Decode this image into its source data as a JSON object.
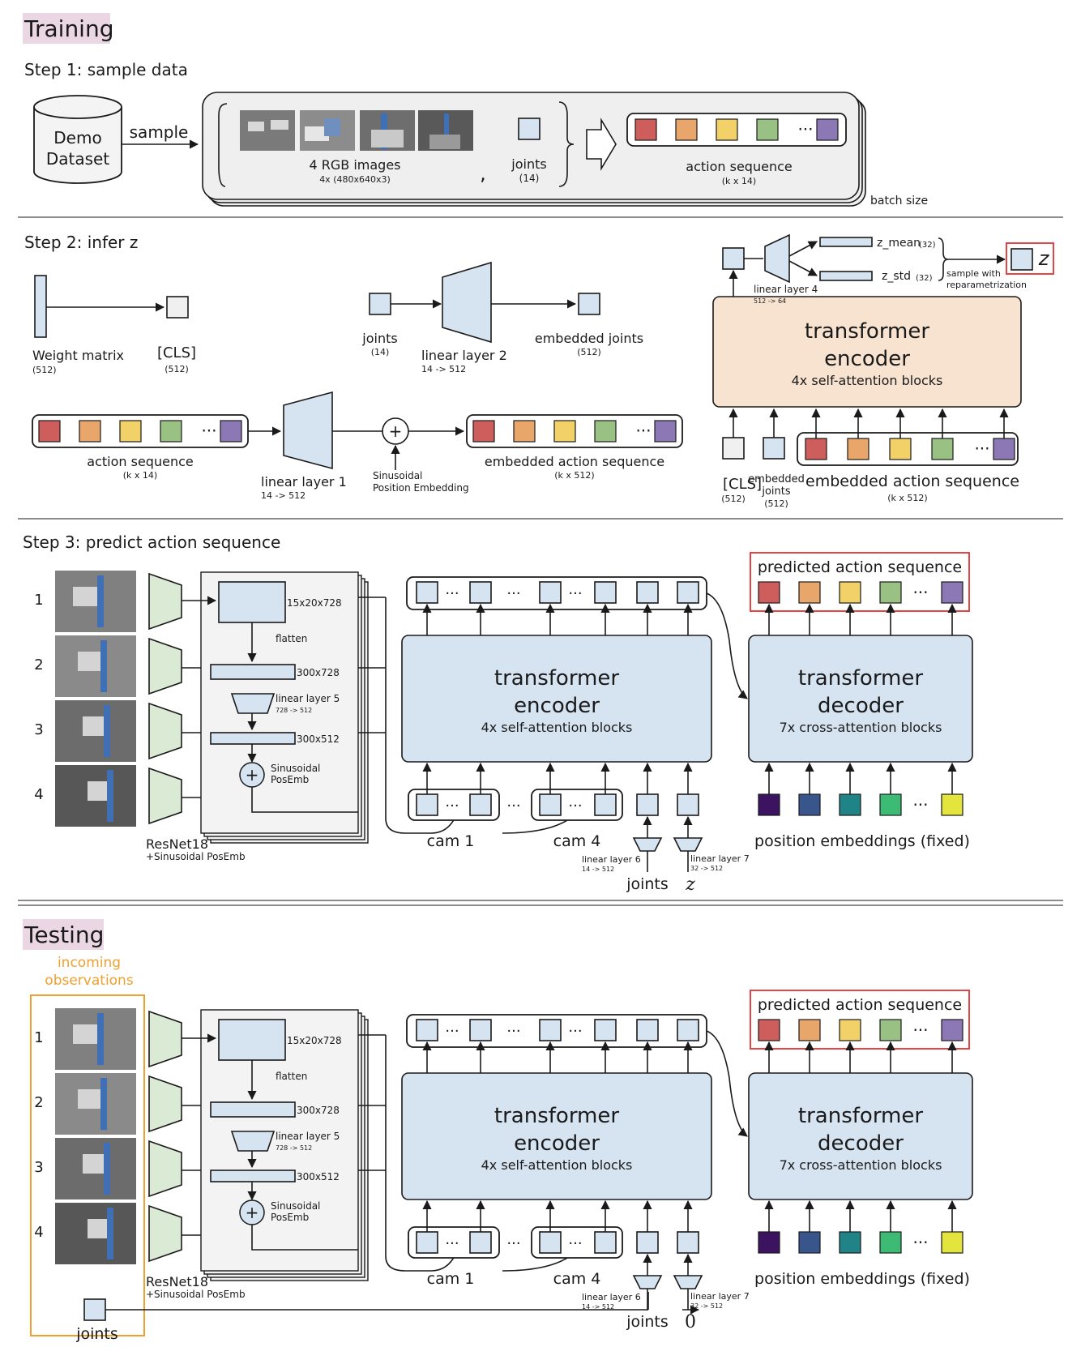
{
  "colors": {
    "action": [
      "#cd5e5c",
      "#e8a66a",
      "#f1d168",
      "#99c184",
      "#8d78b6"
    ],
    "position": [
      "#3b1360",
      "#39568c",
      "#1f8387",
      "#3dbb75",
      "#e3e43e"
    ],
    "block": "#d6e3f1",
    "green_block": "#dbead5",
    "encoder_beige": "#f7e3cf",
    "highlight_red": "#e03030",
    "highlight_orange": "#f0a030"
  },
  "training": {
    "title": "Training",
    "step1": {
      "title": "Step 1: sample data",
      "dataset_line1": "Demo",
      "dataset_line2": "Dataset",
      "sample": "sample",
      "images_label": "4 RGB images",
      "images_dim": "4x (480x640x3)",
      "comma": ",",
      "joints_label": "joints",
      "joints_dim": "(14)",
      "action_label": "action sequence",
      "action_dim": "(k x 14)",
      "batch": "batch size",
      "dots": "···"
    },
    "step2": {
      "title": "Step 2: infer z",
      "weight_label": "Weight matrix",
      "weight_dim": "(512)",
      "cls_label": "[CLS]",
      "cls_dim": "(512)",
      "joints_label": "joints",
      "joints_dim": "(14)",
      "linear2_label": "linear layer 2",
      "linear2_dim": "14 -> 512",
      "emb_joints_label": "embedded joints",
      "emb_joints_dim": "(512)",
      "action_label": "action sequence",
      "action_dim": "(k x 14)",
      "linear1_label": "linear layer 1",
      "linear1_dim": "14 -> 512",
      "plus": "+",
      "sinusoidal1": "Sinusoidal",
      "sinusoidal2": "Position Embedding",
      "emb_action_label": "embedded action sequence",
      "emb_action_dim": "(k x 512)",
      "encoder_title1": "transformer",
      "encoder_title2": "encoder",
      "encoder_sub": "4x self-attention blocks",
      "linear4_label": "linear layer 4",
      "linear4_dim": "512 -> 64",
      "zmean": "z_mean",
      "zmean_dim": "(32)",
      "zstd": "z_std",
      "zstd_dim": "(32)",
      "reparam1": "sample with",
      "reparam2": "reparametrization",
      "z": "z",
      "in_cls": "[CLS]",
      "in_cls_dim": "(512)",
      "in_joints1": "embedded",
      "in_joints2": "joints",
      "in_joints_dim": "(512)",
      "in_action": "embedded action sequence",
      "in_action_dim": "(k x 512)",
      "dots": "···"
    },
    "step3": {
      "title": "Step 3: predict action sequence"
    }
  },
  "testing": {
    "title": "Testing",
    "incoming1": "incoming",
    "incoming2": "observations",
    "joints": "joints"
  },
  "predict": {
    "cams": [
      "1",
      "2",
      "3",
      "4"
    ],
    "feat_dim": "15x20x728",
    "flatten": "flatten",
    "flat_dim": "300x728",
    "linear5": "linear layer 5",
    "linear5_dim": "728 -> 512",
    "proj_dim": "300x512",
    "plus": "+",
    "sin1": "Sinusoidal",
    "sin2": "PosEmb",
    "resnet": "ResNet18",
    "resnet_sub": "+Sinusoidal PosEmb",
    "enc1": "transformer",
    "enc2": "encoder",
    "enc_sub": "4x self-attention blocks",
    "dec1": "transformer",
    "dec2": "decoder",
    "dec_sub": "7x cross-attention blocks",
    "pred_label": "predicted action sequence",
    "cam1": "cam 1",
    "cam4": "cam 4",
    "linear6": "linear layer 6",
    "linear6_dim": "14 -> 512",
    "linear7": "linear layer 7",
    "linear7_dim": "32 -> 512",
    "joints": "joints",
    "z_train": "z",
    "z_test": "0",
    "posemb": "position embeddings (fixed)",
    "dots": "···"
  }
}
